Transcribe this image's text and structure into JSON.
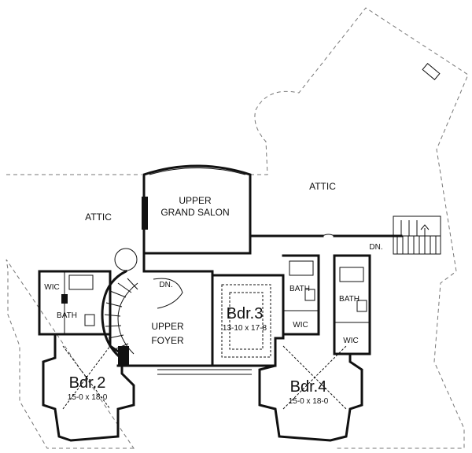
{
  "plan": {
    "rooms": {
      "attic_left": "ATTIC",
      "attic_right": "ATTIC",
      "salon_line1": "UPPER",
      "salon_line2": "GRAND SALON",
      "foyer_line1": "UPPER",
      "foyer_line2": "FOYER",
      "bdr2_name": "Bdr.2",
      "bdr2_size": "15-0 x 18-0",
      "bdr3_name": "Bdr.3",
      "bdr3_size": "13-10 x 17-8",
      "bdr4_name": "Bdr.4",
      "bdr4_size": "15-0 x 18-0",
      "wic_left": "WIC",
      "bath_left": "BATH",
      "bath_mid": "BATH",
      "wic_mid": "WIC",
      "bath_right": "BATH",
      "wic_right": "WIC",
      "dn_stair": "DN.",
      "dn_rear": "DN."
    }
  }
}
